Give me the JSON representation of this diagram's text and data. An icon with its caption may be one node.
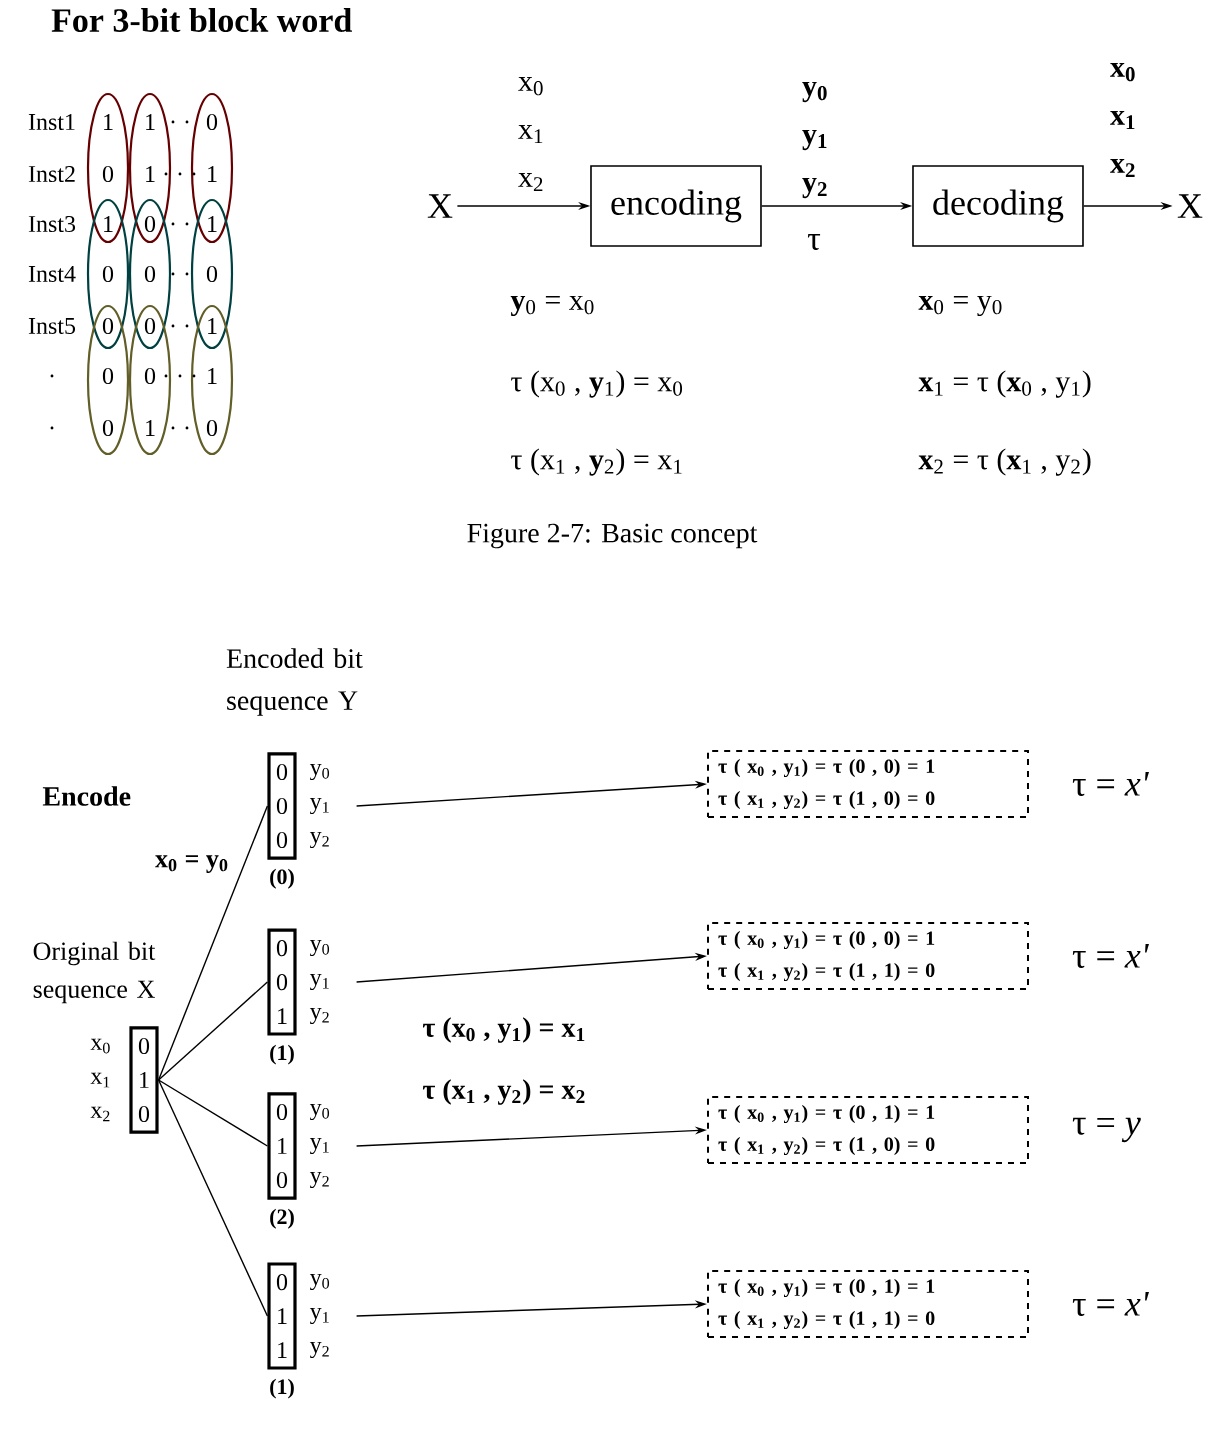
{
  "diagram": {
    "title": "For 3-bit block word",
    "caption": "Figure 2-7: Basic concept",
    "nodes": [
      {
        "text": [
          "X"
        ]
      },
      {
        "text": [
          "encoding"
        ]
      },
      {
        "text": [
          "decoding"
        ]
      },
      {
        "text": [
          "X"
        ]
      },
      {
        "text": [
          "0 1 0"
        ],
        "beside": [
          "Original bit sequence X",
          "x$_{0}$ x$_{1}$ x$_{2}$"
        ]
      },
      {
        "text": [
          "0 0 0"
        ],
        "beside": [
          "y$_{0}$ y$_{1}$ y$_{2}$",
          "(0)"
        ]
      },
      {
        "text": [
          "0 0 1"
        ],
        "beside": [
          "y$_{0}$ y$_{1}$ y$_{2}$",
          "(1)"
        ]
      },
      {
        "text": [
          "0 1 0"
        ],
        "beside": [
          "y$_{0}$ y$_{1}$ y$_{2}$",
          "(2)"
        ]
      },
      {
        "text": [
          "0 1 1"
        ],
        "beside": [
          "y$_{0}$ y$_{1}$ y$_{2}$",
          "(1)"
        ]
      },
      {
        "text": [
          "τ ( x$_{0}$ , y$_{1}$) = τ (0 , 0) = 1",
          "τ ( x$_{1}$ , y$_{2}$) = τ (1 , 0) = 0"
        ],
        "beside": [
          "τ = *x'*"
        ]
      },
      {
        "text": [
          "τ ( x$_{0}$ , y$_{1}$) = τ (0 , 0) = 1",
          "τ ( x$_{1}$ , y$_{2}$) = τ (1 , 1) = 0"
        ],
        "beside": [
          "τ = *x'*"
        ]
      },
      {
        "text": [
          "τ ( x$_{0}$ , y$_{1}$) = τ (0 , 1) = 1",
          "τ ( x$_{1}$ , y$_{2}$) = τ (1 , 0) = 0"
        ],
        "beside": [
          "τ = *y*"
        ]
      },
      {
        "text": [
          "τ ( x$_{0}$ , y$_{1}$) = τ (0 , 1) = 1",
          "τ ( x$_{1}$ , y$_{2}$) = τ (1 , 1) = 0"
        ],
        "beside": [
          "τ = *x'*"
        ]
      }
    ],
    "edges": [
      {
        "from": 0,
        "to": 1,
        "arrow": "to",
        "label": "x$_{0}$ x$_{1}$ x$_{2}$"
      },
      {
        "from": 1,
        "to": 2,
        "arrow": "to",
        "label": "y$_{0}$ y$_{1}$ y$_{2}$"
      },
      {
        "from": 2,
        "to": 3,
        "arrow": "to",
        "label": "x$_{0}$ x$_{1}$ x$_{2}$"
      },
      {
        "from": 4,
        "to": 5,
        "arrow": "none",
        "label": "x$_{0}$ = y$_{0}$"
      },
      {
        "from": 4,
        "to": 6,
        "arrow": "none"
      },
      {
        "from": 4,
        "to": 7,
        "arrow": "none"
      },
      {
        "from": 4,
        "to": 8,
        "arrow": "none"
      },
      {
        "from": 5,
        "to": 9,
        "arrow": "to"
      },
      {
        "from": 6,
        "to": 10,
        "arrow": "to"
      },
      {
        "from": 7,
        "to": 11,
        "arrow": "to"
      },
      {
        "from": 8,
        "to": 12,
        "arrow": "to"
      }
    ],
    "labels": [
      "Inst1",
      "1",
      "1",
      ". .",
      "0",
      "Inst2",
      "0",
      "1",
      ". . .",
      "1",
      "Inst3",
      "1",
      "0",
      ". .",
      "1",
      "Inst4",
      "0",
      "0",
      ". .",
      "0",
      "Inst5",
      "0",
      "0",
      ". .",
      "1",
      ".",
      "0",
      "0",
      ". . .",
      "1",
      ".",
      "0",
      "1",
      ". .",
      "0",
      "τ",
      "**y**$_{0}$ = x$_{0}$",
      "**x**$_{0}$ = y$_{0}$",
      "τ (x$_{0}$ , **y**$_{1}$) = x$_{0}$",
      "**x**$_{1}$ = τ (**x**$_{0}$ , y$_{1}$)",
      "τ (x$_{1}$ , **y**$_{2}$) = x$_{1}$",
      "**x**$_{2}$ = τ (**x**$_{1}$ , y$_{2}$)",
      "Encoded bit sequence Y",
      "Encode",
      "τ (x$_{0}$ , y$_{1}$) = x$_{1}$",
      "τ (x$_{1}$ , y$_{2}$) = x$_{2}$"
    ]
  }
}
